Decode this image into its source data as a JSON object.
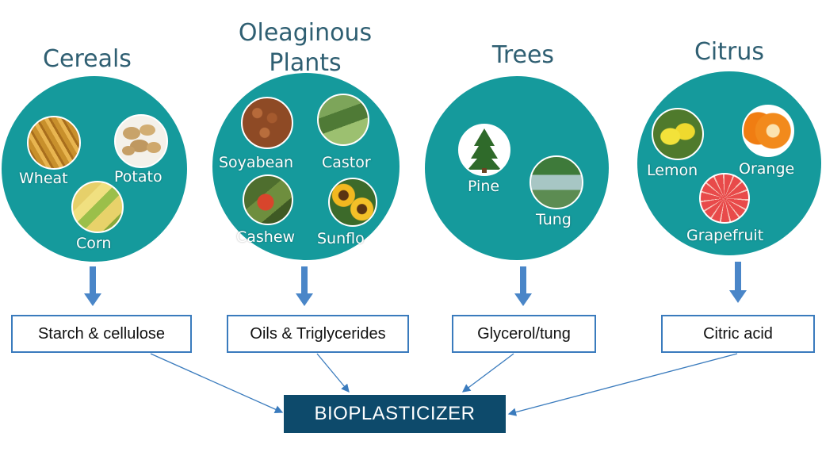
{
  "categories": [
    {
      "title": "Cereals",
      "items": [
        "Wheat",
        "Potato",
        "Corn"
      ],
      "product": "Starch & cellulose"
    },
    {
      "title_line1": "Oleaginous",
      "title_line2": "Plants",
      "items": [
        "Soyabean",
        "Castor",
        "Cashew",
        "Sunflo"
      ],
      "product": "Oils & Triglycerides"
    },
    {
      "title": "Trees",
      "items": [
        "Pine",
        "Tung"
      ],
      "product": "Glycerol/tung"
    },
    {
      "title": "Citrus",
      "items": [
        "Lemon",
        "Orange",
        "Grapefruit"
      ],
      "product": "Citric acid"
    }
  ],
  "result": "BIOPLASTICIZER",
  "colors": {
    "circle": "#159a9c",
    "title": "#2f5f72",
    "box_border": "#3a7bbd",
    "result_bg": "#0d4a6b",
    "arrow": "#3a7bbd"
  },
  "icons": [
    "wheat-image",
    "potato-image",
    "corn-image",
    "soyabean-image",
    "castor-image",
    "cashew-image",
    "sunflower-image",
    "pine-image",
    "tung-image",
    "lemon-image",
    "orange-image",
    "grapefruit-image"
  ]
}
